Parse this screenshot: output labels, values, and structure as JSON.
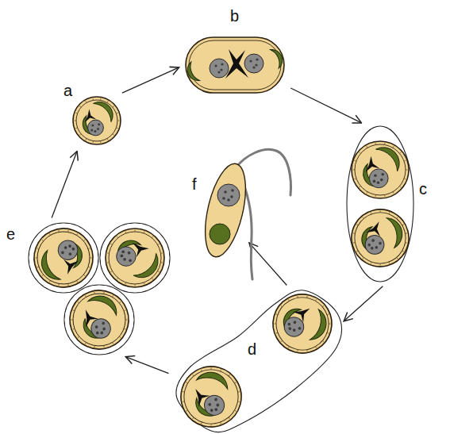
{
  "diagram": {
    "nodes": [
      {
        "text": [
          "a"
        ]
      },
      {
        "text": [
          "b"
        ]
      },
      {
        "text": [
          "c"
        ]
      },
      {
        "text": [
          "d"
        ]
      },
      {
        "text": [
          "e"
        ]
      },
      {
        "text": [
          "f"
        ]
      }
    ],
    "edges": [
      {
        "from": 0,
        "to": 1,
        "arrow": "to"
      },
      {
        "from": 1,
        "to": 2,
        "arrow": "to"
      },
      {
        "from": 2,
        "to": 3,
        "arrow": "to"
      },
      {
        "from": 3,
        "to": 4,
        "arrow": "to"
      },
      {
        "from": 4,
        "to": 0,
        "arrow": "to"
      },
      {
        "from": 3,
        "to": 5,
        "arrow": "to"
      }
    ]
  }
}
